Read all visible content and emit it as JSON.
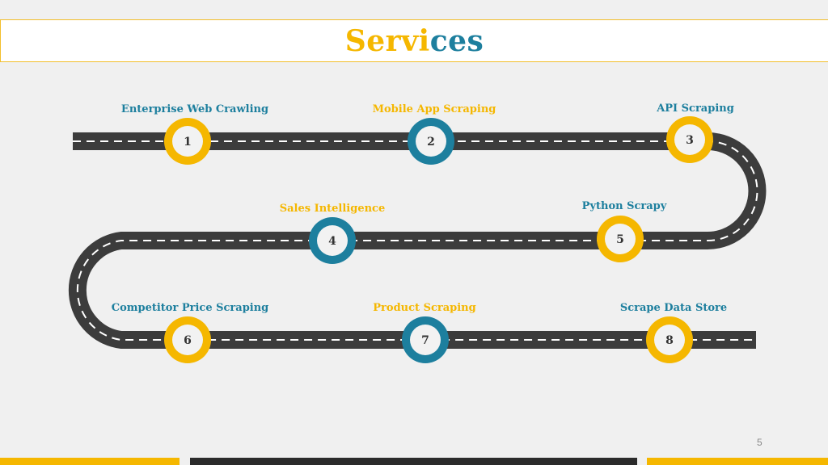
{
  "title": {
    "part_a": "Servi",
    "part_b": "ces"
  },
  "page_number": "5",
  "colors": {
    "yellow": "#f5b700",
    "teal": "#1d7f9e",
    "road": "#3c3c3c",
    "background": "#f0f0f0"
  },
  "steps": [
    {
      "number": "1",
      "label": "Enterprise Web Crawling",
      "ring_color": "yellow",
      "label_color": "teal"
    },
    {
      "number": "2",
      "label": "Mobile App Scraping",
      "ring_color": "teal",
      "label_color": "yellow"
    },
    {
      "number": "3",
      "label": "API Scraping",
      "ring_color": "yellow",
      "label_color": "teal"
    },
    {
      "number": "4",
      "label": "Sales Intelligence",
      "ring_color": "teal",
      "label_color": "yellow"
    },
    {
      "number": "5",
      "label": "Python Scrapy",
      "ring_color": "yellow",
      "label_color": "teal"
    },
    {
      "number": "6",
      "label": "Competitor Price Scraping",
      "ring_color": "yellow",
      "label_color": "teal"
    },
    {
      "number": "7",
      "label": "Product Scraping",
      "ring_color": "teal",
      "label_color": "yellow"
    },
    {
      "number": "8",
      "label": "Scrape Data Store",
      "ring_color": "yellow",
      "label_color": "teal"
    }
  ]
}
